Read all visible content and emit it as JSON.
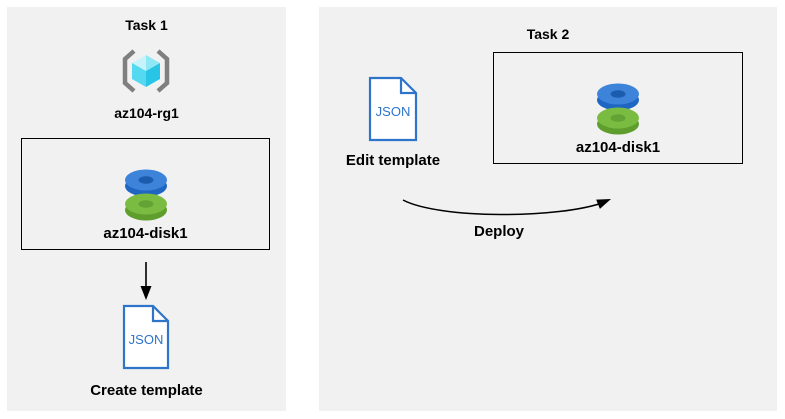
{
  "task1": {
    "title": "Task 1",
    "resource_group_label": "az104-rg1",
    "disk_label": "az104-disk1",
    "json_icon_text": "JSON",
    "caption": "Create template"
  },
  "task2": {
    "title": "Task 2",
    "json_icon_text": "JSON",
    "edit_caption": "Edit template",
    "disk_label": "az104-disk1",
    "arrow_label": "Deploy"
  },
  "icons": {
    "resource_group": "resource-group-icon",
    "disk": "disk-icon",
    "json_file": "json-file-icon",
    "down_arrow": "down-arrow-icon",
    "curved_arrow": "deploy-arrow-icon"
  },
  "colors": {
    "panel_background": "#f1f1f2",
    "box_border": "#000000",
    "json_blue": "#2e74c9",
    "disk_blue_top": "#3c83d9",
    "disk_blue_side": "#1e66c2",
    "disk_blue_hole": "#1b5cae",
    "disk_green_top": "#7abc41",
    "disk_green_side": "#5f9e2d",
    "disk_green_hole": "#63a336",
    "bracket_gray": "#7f7f7f",
    "cube_top_light": "#c8f3fa",
    "cube_top_dark": "#8fe8f5",
    "cube_left": "#55d9f1",
    "cube_right": "#29c5e6",
    "arrow_black": "#000000"
  }
}
